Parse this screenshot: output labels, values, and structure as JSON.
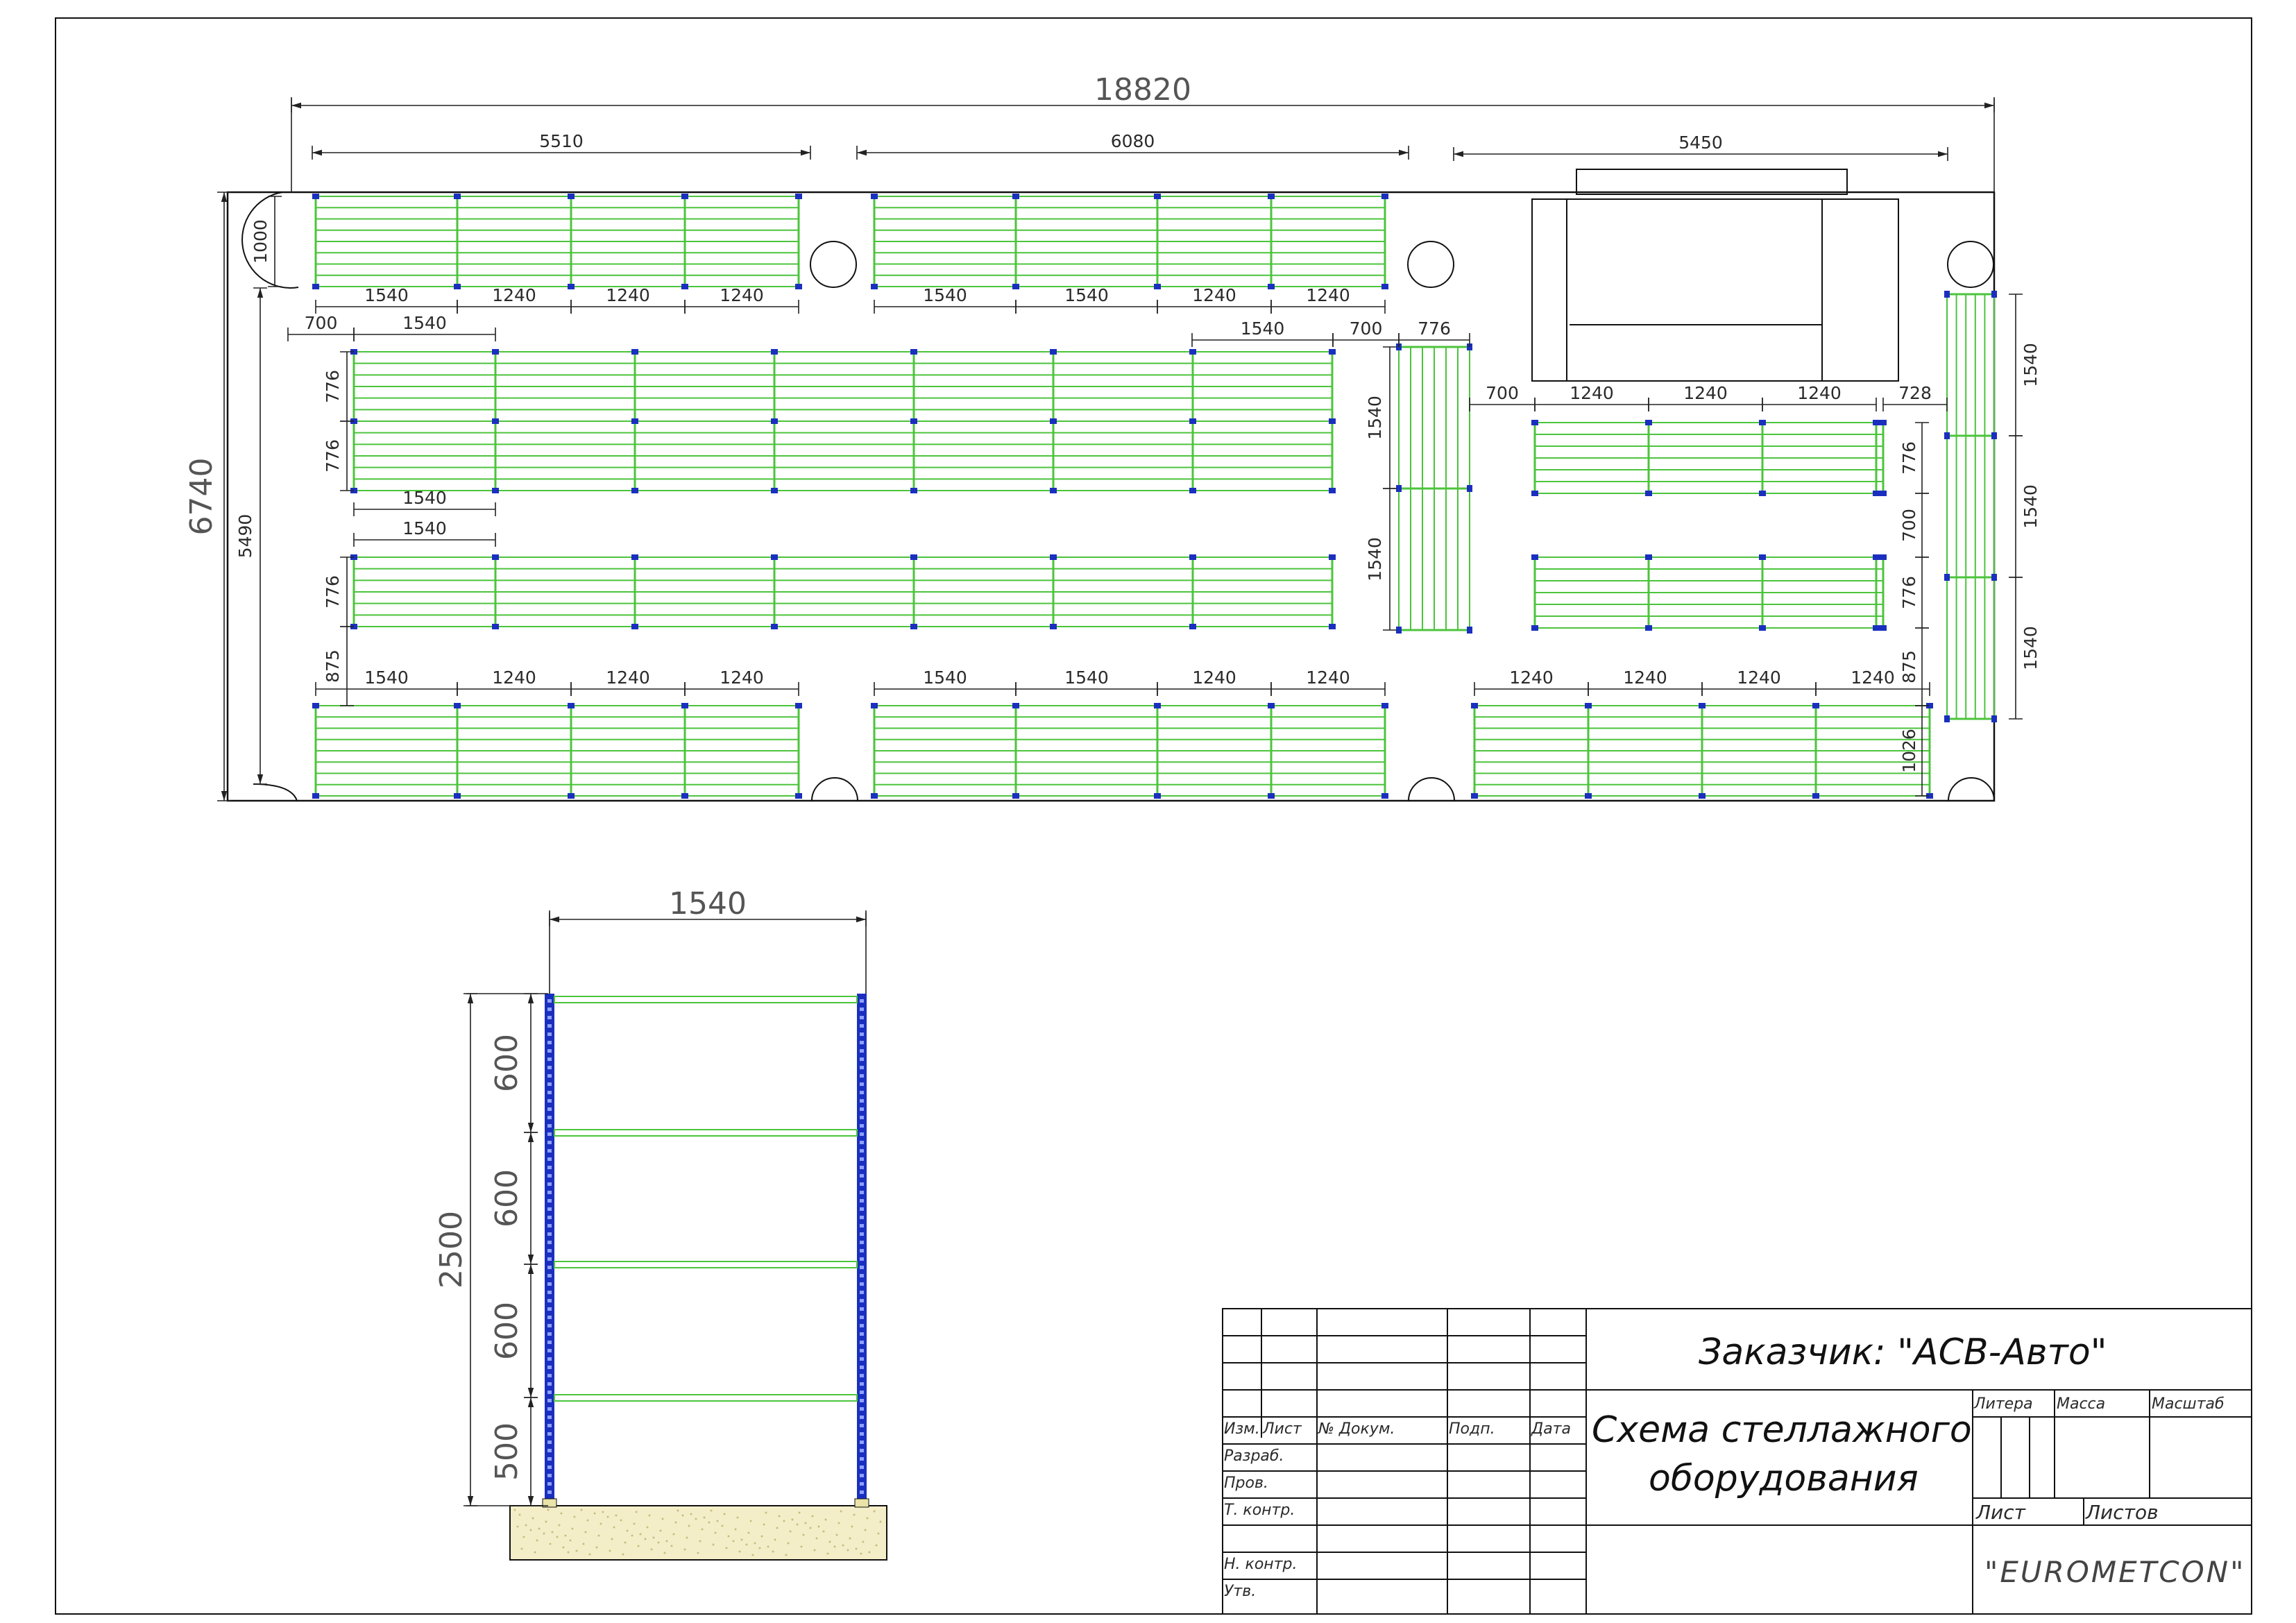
{
  "colors": {
    "shelf": "#4cc43c",
    "post": "#1a2fbf",
    "line": "#111111",
    "dim": "#222222",
    "floor": "#f4eec8"
  },
  "plan": {
    "overall_width": "18820",
    "overall_height": "6740",
    "inner_height": "5490",
    "top_depth": "1000",
    "top_dims": [
      "5510",
      "6080",
      "5450"
    ],
    "row_a": [
      "1540",
      "1240",
      "1240",
      "1240"
    ],
    "row_b": [
      "1540",
      "1540",
      "1240",
      "1240"
    ],
    "row_c": [
      "1240",
      "1240",
      "1240",
      "1240"
    ],
    "mid_left_1540": "1540",
    "mid_right_1540": "1540",
    "gap_700": "700",
    "gap_776": "776",
    "depth_776": "776",
    "depth_875": "875",
    "depth_700": "700",
    "depth_1026": "1026",
    "width_728": "728",
    "side_1540": "1540"
  },
  "elevation": {
    "width": "1540",
    "height": "2500",
    "levels": [
      "600",
      "600",
      "600",
      "500"
    ]
  },
  "title_block": {
    "customer": "Заказчик: \"АСВ-Авто\"",
    "title_line1": "Схема стеллажного",
    "title_line2": "оборудования",
    "col_izm": "Изм.",
    "col_list": "Лист",
    "col_doc": "№ Докум.",
    "col_podp": "Подп.",
    "col_data": "Дата",
    "row_razrab": "Разраб.",
    "row_prov": "Пров.",
    "row_tkontr": "Т. контр.",
    "row_nkontr": "Н. контр.",
    "row_utv": "Утв.",
    "litera": "Литера",
    "massa": "Масса",
    "masshtab": "Масштаб",
    "sheet": "Лист",
    "sheets": "Листов",
    "company": "\"EUROMETCON\""
  }
}
